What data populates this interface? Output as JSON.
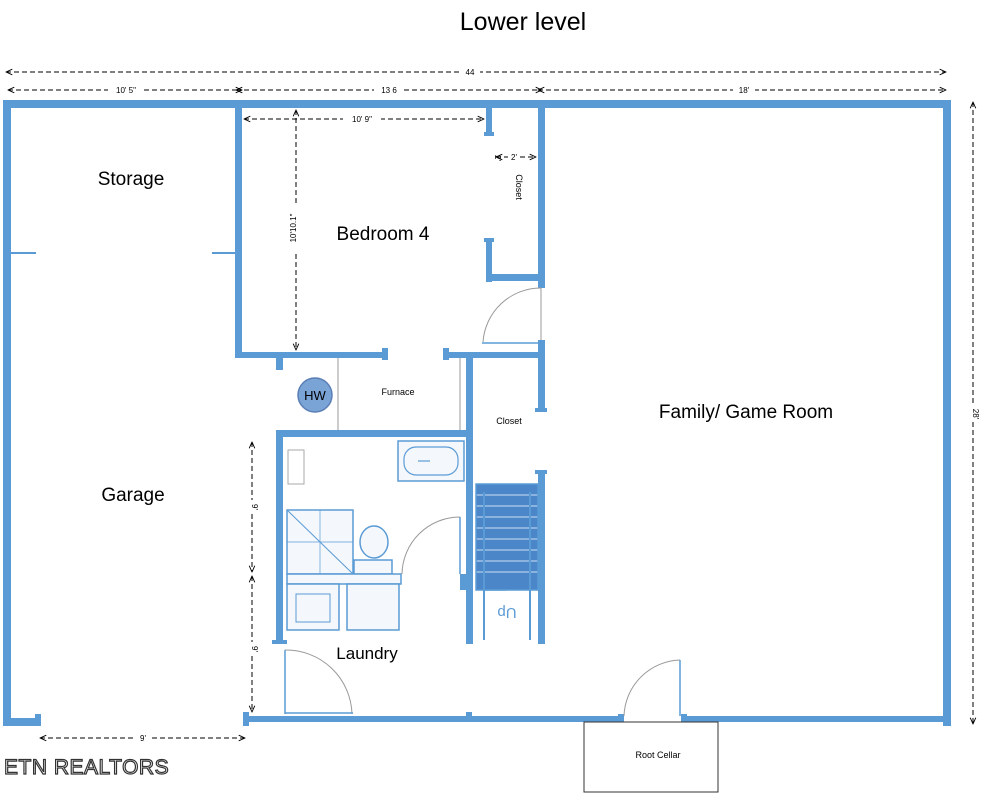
{
  "title": "Lower level",
  "rooms": {
    "storage": "Storage",
    "bedroom": "Bedroom 4",
    "garage": "Garage",
    "family": "Family/ Game Room",
    "laundry": "Laundry",
    "furnace": "Furnace",
    "closet_upper": "Closet",
    "closet_lower": "Closet",
    "root_cellar": "Root Cellar",
    "water_heater": "HW",
    "stairs": "Up"
  },
  "dimensions": {
    "overall_width": "44",
    "storage_width": "10' 5\"",
    "middle_width": "13 6",
    "family_width": "18'",
    "bedroom_width": "10' 9\"",
    "bedroom_depth": "10'10.1\"",
    "closet_width": "2'",
    "closet_side": "2'",
    "overall_depth": "28'",
    "garage_door": "9'",
    "left_upper": "9'",
    "left_lower": "9'"
  },
  "brand": "ETN REALTORS",
  "colors": {
    "wall": "#5b9bd5"
  }
}
